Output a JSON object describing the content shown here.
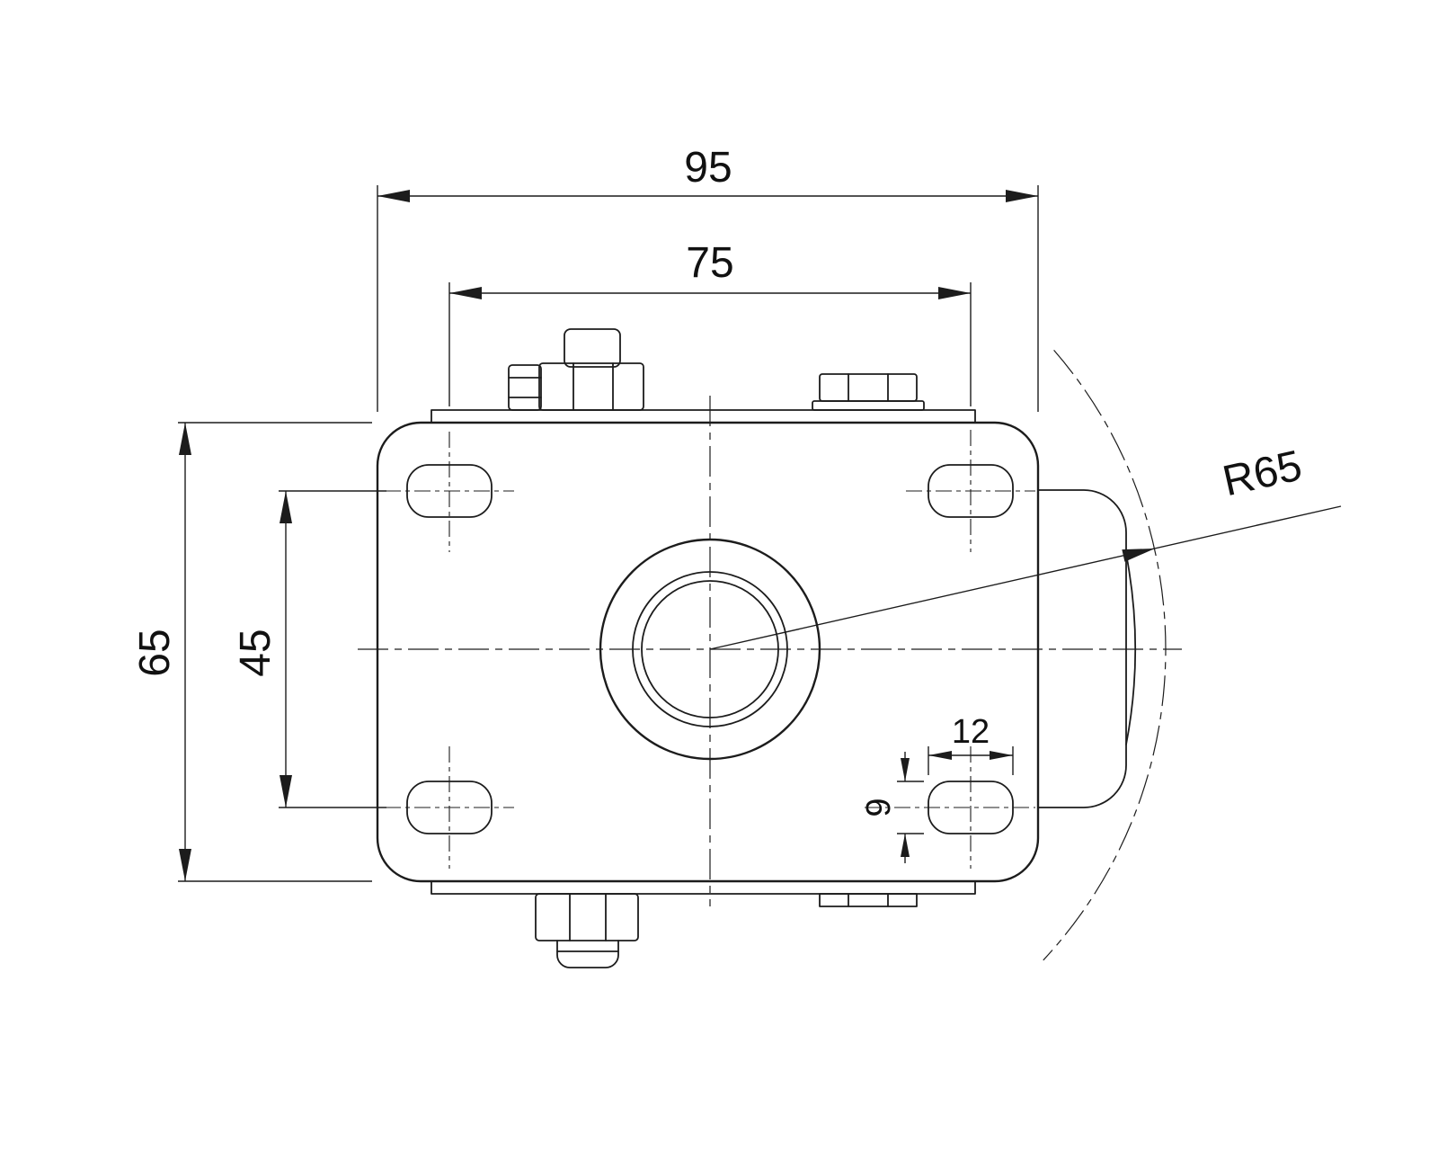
{
  "drawing": {
    "background": "#ffffff",
    "line_color": "#1c1c1c",
    "dimensions": {
      "overall_width": "95",
      "bolt_spacing_width": "75",
      "overall_height": "65",
      "bolt_spacing_height": "45",
      "slot_length": "12",
      "slot_width": "9",
      "wheel_radius": "R65"
    }
  }
}
